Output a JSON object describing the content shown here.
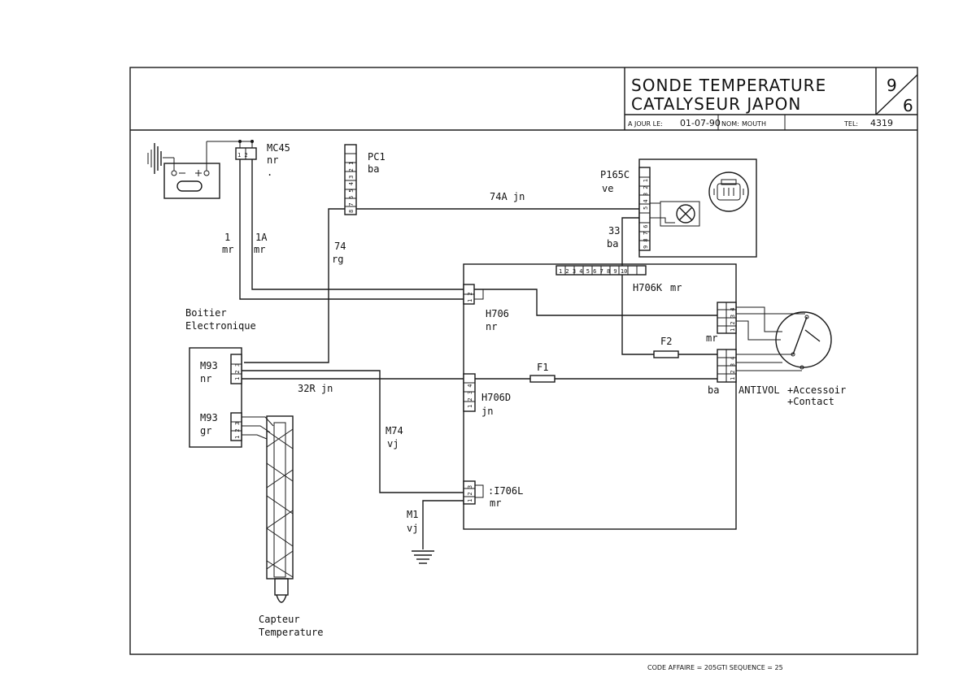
{
  "title_block": {
    "title_line1": "SONDE TEMPERATURE",
    "title_line2": "CATALYSEUR JAPON",
    "sheet_top": "9",
    "sheet_bottom": "6",
    "update_label": "A JOUR LE:",
    "update_date": "01-07-90",
    "name_label": "NOM:",
    "name_value": "MOUTH",
    "tel_label": "TEL:",
    "tel_value": "4319"
  },
  "connectors": {
    "mc45": {
      "name": "MC45",
      "color": "nr",
      "pins": "1 2"
    },
    "pc1": {
      "name": "PC1",
      "color": "ba",
      "pins": "8 7 6 5 4 3 2 1"
    },
    "p165c": {
      "name": "P165C",
      "color": "ve",
      "pins_top": "5 4 3 2 1",
      "pins_bottom": "9 8 7 6"
    },
    "m93_nr": {
      "name": "M93",
      "color": "nr",
      "pins": "1 2 3"
    },
    "m93_gr": {
      "name": "M93",
      "color": "gr",
      "pins": "1 2 3"
    },
    "h706": {
      "name": "H706",
      "color": "nr",
      "pins": "1 2"
    },
    "h706d": {
      "name": "H706D",
      "color": "jn",
      "pins": "1 2 3 4"
    },
    "h706l": {
      "name": ":I706L",
      "color": "mr",
      "pins": "1 2 3"
    },
    "h706k": {
      "name": "H706K",
      "color": "mr",
      "pins": "1 2 3 4 5 6 7 8 9 10"
    },
    "antivol_mr": {
      "color": "mr",
      "pins": "1 2 3 4"
    },
    "antivol_ba": {
      "color": "ba",
      "pins": "1 2 3 4"
    }
  },
  "wires": {
    "w74a": "74A  jn",
    "w33_num": "33",
    "w33_col": "ba",
    "w1_num": "1",
    "w1_col": "mr",
    "w1a_num": "1A",
    "w1a_col": "mr",
    "w74_num": "74",
    "w74_col": "rg",
    "w32r": "32R  jn",
    "wm74_num": "M74",
    "wm74_col": "vj",
    "wm1_num": "M1",
    "wm1_col": "vj"
  },
  "labels": {
    "boitier_1": "Boitier",
    "boitier_2": "Electronique",
    "capteur_1": "Capteur",
    "capteur_2": "Temperature",
    "f1": "F1",
    "f2": "F2",
    "antivol": "ANTIVOL",
    "accessoir": "+Accessoir",
    "contact": "+Contact",
    "dot": "."
  },
  "footer": {
    "code": "CODE AFFAIRE = 205GTI SEQUENCE = 25"
  }
}
